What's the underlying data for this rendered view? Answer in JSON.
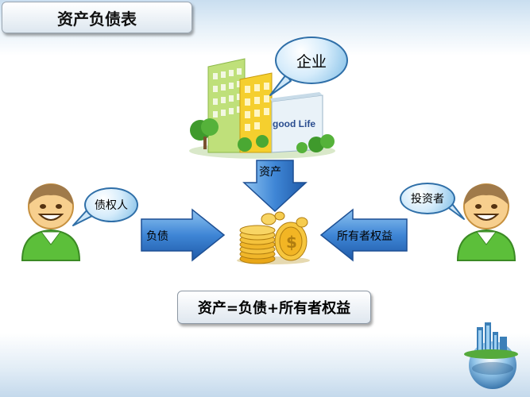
{
  "title": "资产负债表",
  "enterprise_label": "企业",
  "building_sign": "good Life",
  "assets_label": "资产",
  "creditor_label": "债权人",
  "liabilities_label": "负债",
  "investor_label": "投资者",
  "equity_label": "所有者权益",
  "formula": "资产=负债+所有者权益",
  "colors": {
    "arrow_blue": "#2e6ec6",
    "bubble_border": "#2f6fa8",
    "person_green": "#5cbf3a",
    "coin_gold": "#f0b62a"
  }
}
